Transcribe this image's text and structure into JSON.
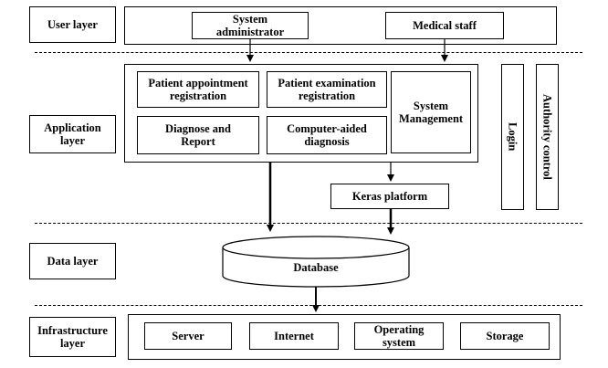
{
  "layers": {
    "user": "User layer",
    "application": "Application layer",
    "data": "Data layer",
    "infrastructure": "Infrastructure layer"
  },
  "user_layer": {
    "system_administrator": "System administrator",
    "medical_staff": "Medical staff"
  },
  "application_layer": {
    "patient_appointment": "Patient appointment registration",
    "patient_examination": "Patient examination registration",
    "system_management": "System Management",
    "diagnose_report": "Diagnose and Report",
    "computer_aided": "Computer-aided diagnosis",
    "keras_platform": "Keras platform",
    "login": "Login",
    "authority_control": "Authority control"
  },
  "data_layer": {
    "database": "Database"
  },
  "infrastructure_layer": {
    "server": "Server",
    "internet": "Internet",
    "operating_system": "Operating system",
    "storage": "Storage"
  }
}
